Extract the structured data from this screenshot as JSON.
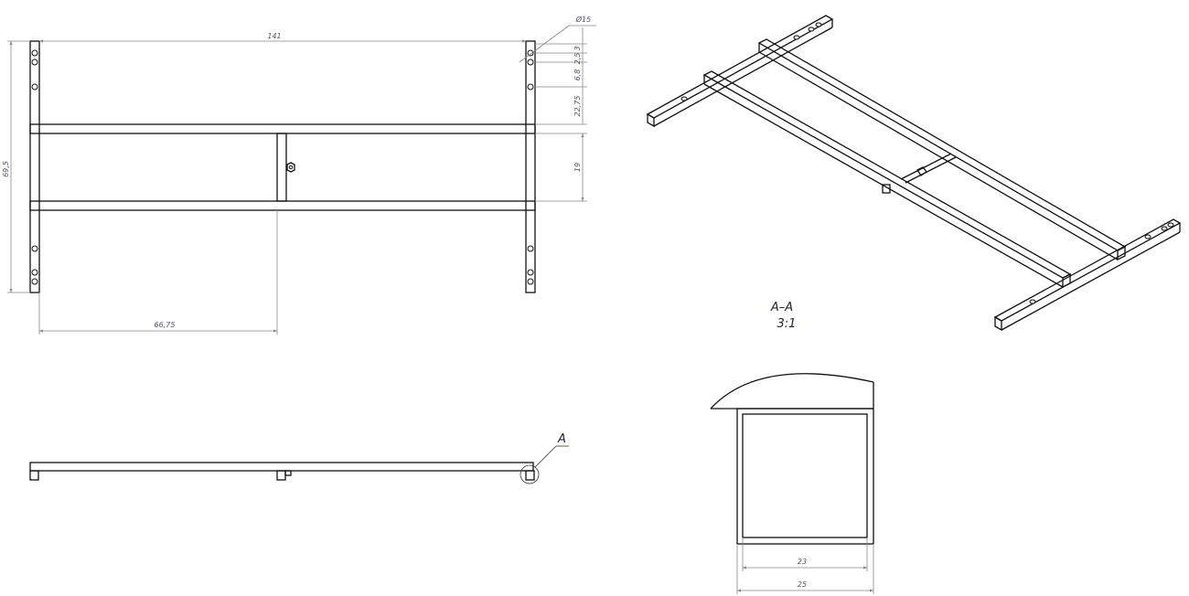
{
  "top_view": {
    "dimensions": {
      "overall_length": "141",
      "overall_width": "69,5",
      "mid_post_offset": "66,75",
      "hole_diameter": "Ø15",
      "edge_to_hole": "3",
      "hole_pitch_1": "2,5",
      "hole_pitch_2": "6,8",
      "hole_to_rail": "22,75",
      "rail_gap": "19"
    }
  },
  "side_view": {
    "detail_callout": "A"
  },
  "section_view": {
    "title": "A–A",
    "scale": "3:1",
    "dimensions": {
      "inner_width": "23",
      "outer_width": "25"
    }
  }
}
